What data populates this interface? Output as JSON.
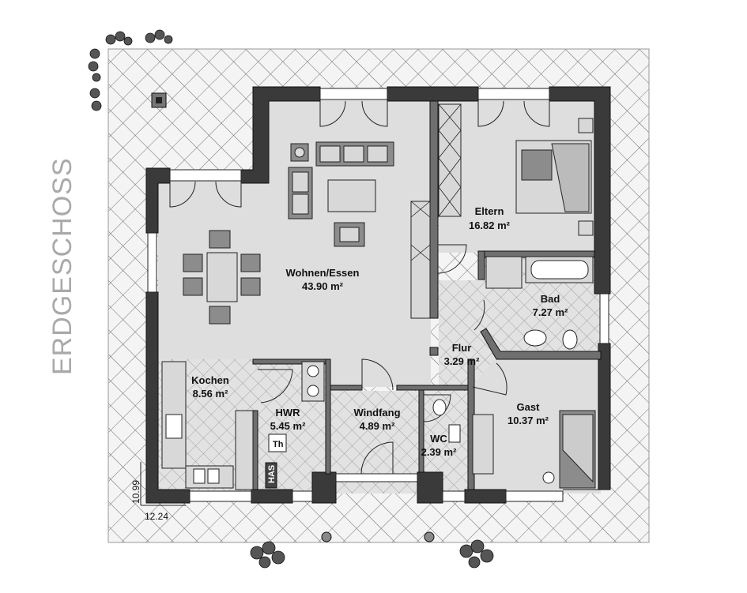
{
  "sidebar": {
    "title": "ERDGESCHOSS"
  },
  "rooms": [
    {
      "id": "wohnen",
      "name": "Wohnen/Essen",
      "area": "43.90 m²"
    },
    {
      "id": "eltern",
      "name": "Eltern",
      "area": "16.82 m²"
    },
    {
      "id": "bad",
      "name": "Bad",
      "area": "7.27 m²"
    },
    {
      "id": "flur",
      "name": "Flur",
      "area": "3.29 m²"
    },
    {
      "id": "kochen",
      "name": "Kochen",
      "area": "8.56 m²"
    },
    {
      "id": "hwr",
      "name": "HWR",
      "area": "5.45 m²"
    },
    {
      "id": "windfang",
      "name": "Windfang",
      "area": "4.89 m²"
    },
    {
      "id": "wc",
      "name": "WC",
      "area": "2.39 m²"
    },
    {
      "id": "gast",
      "name": "Gast",
      "area": "10.37 m²"
    }
  ],
  "fixtures": {
    "th": "Th",
    "has": "HAS"
  },
  "dimensions": {
    "depth": "10.99",
    "width": "12.24"
  },
  "colors": {
    "wall": "#3a3a3a",
    "floor": "#e3e3e3",
    "terrace": "#f2f2f2"
  }
}
